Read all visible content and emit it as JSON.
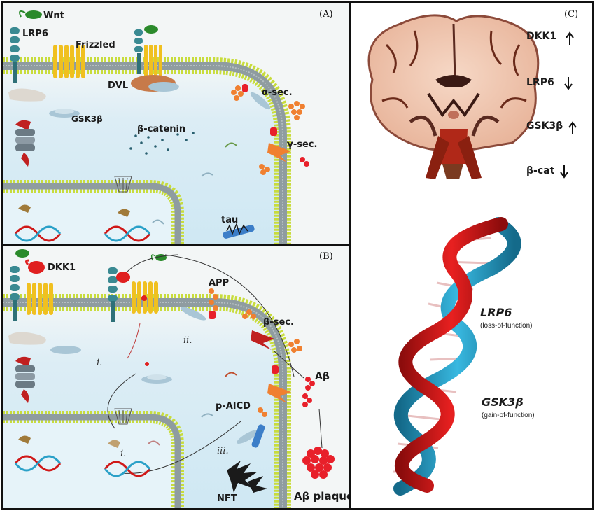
{
  "panel_a": {
    "tag": "(A)",
    "labels": {
      "wnt": "Wnt",
      "lrp6": "LRP6",
      "frizzled": "Frizzled",
      "dvl": "DVL",
      "gsk3b": "GSK3β",
      "beta_catenin": "β-catenin",
      "alpha_sec": "α-sec.",
      "gamma_sec": "γ-sec.",
      "tau": "tau"
    }
  },
  "panel_b": {
    "tag": "(B)",
    "labels": {
      "dkk1": "DKK1",
      "app": "APP",
      "beta_sec": "β-sec.",
      "abeta": "Aβ",
      "p_aicd": "p-AICD",
      "nft": "NFT",
      "abeta_plaque": "Aβ plaque",
      "step_i_top": "i.",
      "step_ii": "ii.",
      "step_i_bottom": "i.",
      "step_iii": "iii."
    }
  },
  "panel_c": {
    "tag": "(C)",
    "markers": [
      {
        "label": "DKK1",
        "direction": "up"
      },
      {
        "label": "LRP6",
        "direction": "down"
      },
      {
        "label": "GSK3β",
        "direction": "up"
      },
      {
        "label": "β-cat",
        "direction": "down"
      }
    ],
    "gene_labels": [
      {
        "name": "LRP6",
        "note": "(loss-of-function)"
      },
      {
        "name": "GSK3β",
        "note": "(gain-of-function)"
      }
    ]
  },
  "colors": {
    "cytoplasm": "#d9eef7",
    "membrane": "#9aa5a8",
    "membrane_head": "#c8dc3c",
    "frizzled": "#f0c020",
    "lrp6": "#3a8a92",
    "app": "#f08030",
    "abeta": "#e8202a",
    "dna_red": "#d01818",
    "dna_blue": "#2aa0c8"
  }
}
